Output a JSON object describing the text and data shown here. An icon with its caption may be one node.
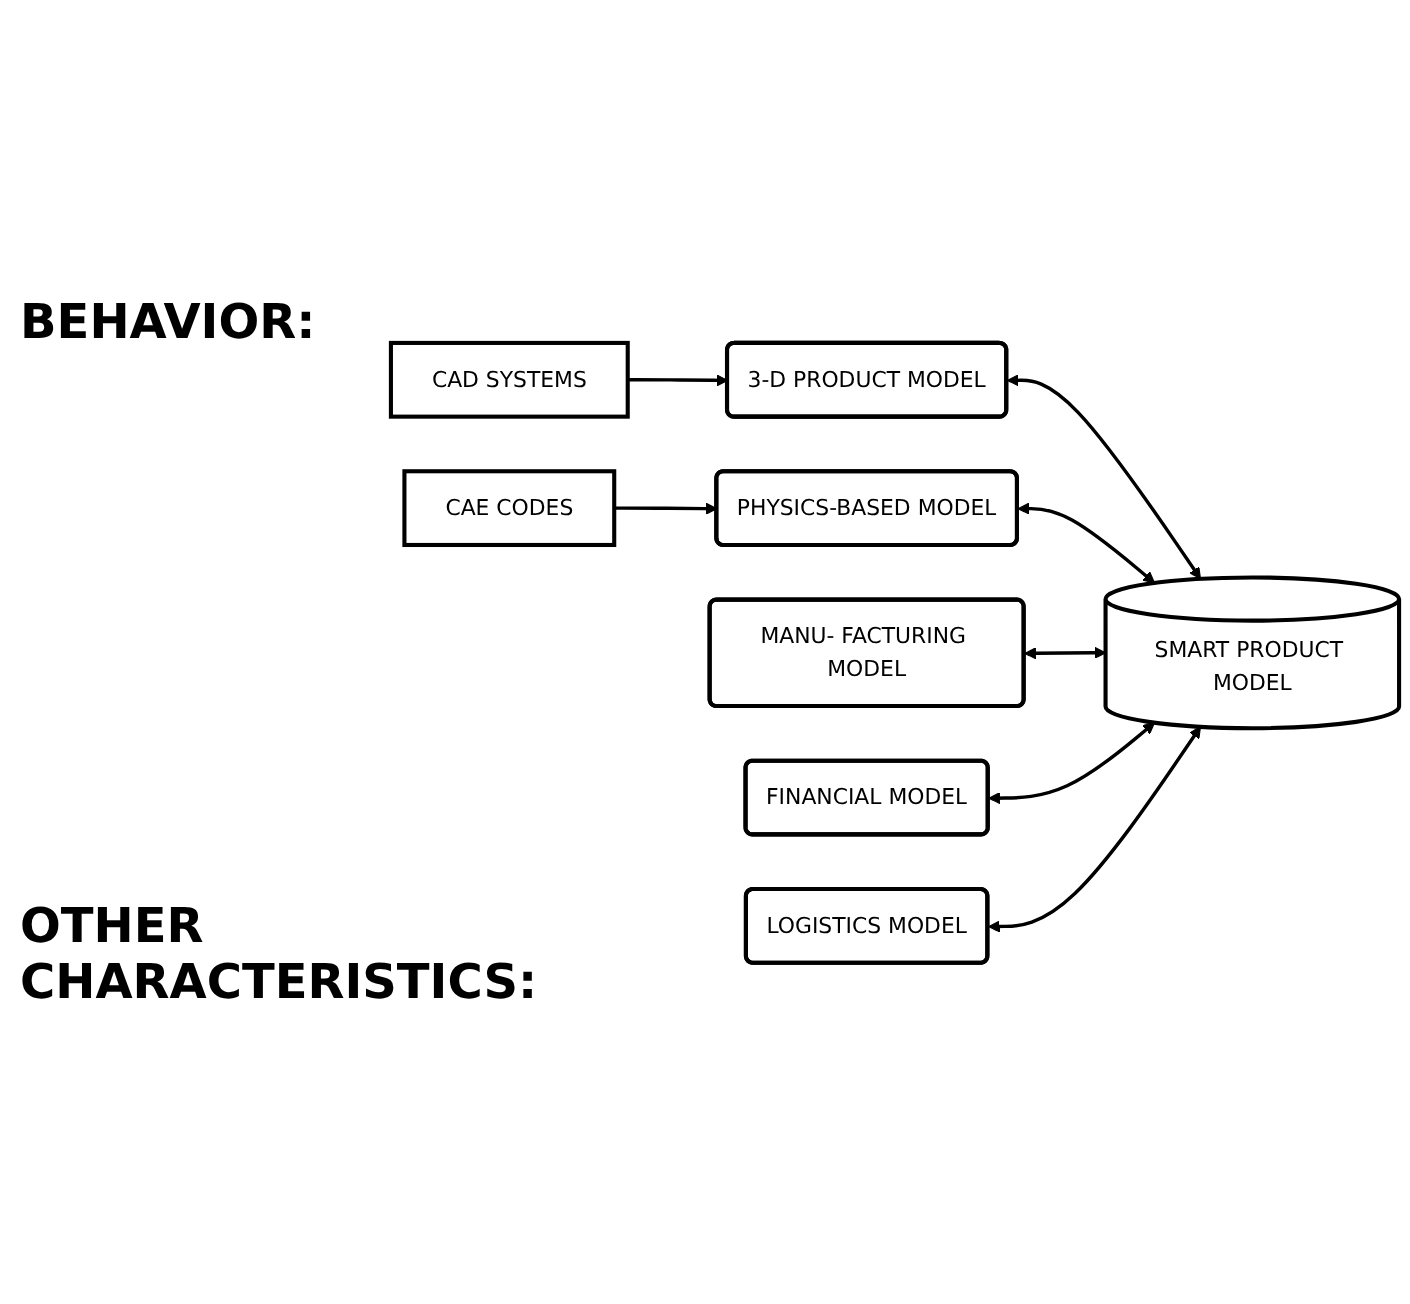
{
  "diagram": {
    "nodes": [
      {
        "text": [
          "CAD SYSTEMS"
        ]
      },
      {
        "text": [
          "3-D PRODUCT MODEL"
        ]
      },
      {
        "text": [
          "CAE CODES"
        ]
      },
      {
        "text": [
          "PHYSICS-BASED MODEL"
        ]
      },
      {
        "text": [
          "SMART PRODUCT MODEL"
        ]
      },
      {
        "text": [
          "MANU- FACTURING MODEL"
        ]
      },
      {
        "text": [
          "FINANCIAL MODEL"
        ]
      },
      {
        "text": [
          "LOGISTICS MODEL"
        ]
      }
    ],
    "edges": [
      {
        "from": 0,
        "to": 1,
        "arrow": "to"
      },
      {
        "from": 1,
        "to": 4,
        "arrow": "both"
      },
      {
        "from": 2,
        "to": 3,
        "arrow": "to"
      },
      {
        "from": 3,
        "to": 4,
        "arrow": "both"
      },
      {
        "from": 5,
        "to": 4,
        "arrow": "both"
      },
      {
        "from": 6,
        "to": 4,
        "arrow": "both"
      },
      {
        "from": 7,
        "to": 4,
        "arrow": "both"
      }
    ],
    "labels": [
      "BEHAVIOR:",
      "OTHER CHARACTERISTICS:"
    ]
  }
}
